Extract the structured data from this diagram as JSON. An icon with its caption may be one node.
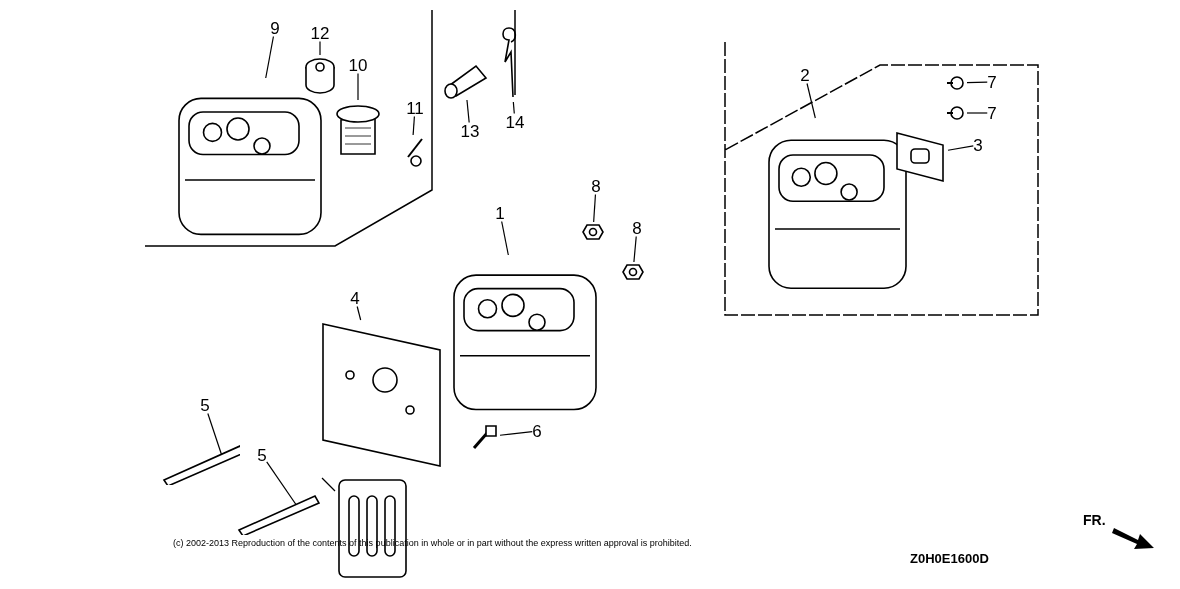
{
  "diagram": {
    "nodes": [
      {
        "text": [
          "9"
        ]
      },
      {
        "text": [
          "12"
        ]
      },
      {
        "text": [
          "10"
        ]
      },
      {
        "text": [
          "11"
        ]
      },
      {
        "text": [
          "13"
        ]
      },
      {
        "text": [
          "14"
        ]
      },
      {
        "text": [
          "2"
        ]
      },
      {
        "text": [
          "7"
        ]
      },
      {
        "text": [
          "7"
        ]
      },
      {
        "text": [
          "3"
        ]
      },
      {
        "text": [
          "8"
        ]
      },
      {
        "text": [
          "8"
        ]
      },
      {
        "text": [
          "1"
        ]
      },
      {
        "text": [
          "4"
        ]
      },
      {
        "text": [
          "5"
        ]
      },
      {
        "text": [
          "6"
        ]
      },
      {
        "text": [
          "5"
        ]
      },
      {
        "text": [],
        "shape": "picture"
      },
      {
        "text": [],
        "shape": "cylinder"
      },
      {
        "text": [],
        "shape": "picture"
      },
      {
        "text": [],
        "shape": "picture"
      },
      {
        "text": [],
        "shape": "picture"
      },
      {
        "text": [],
        "shape": "picture"
      },
      {
        "text": [],
        "shape": "picture"
      },
      {
        "text": [],
        "shape": "circle"
      },
      {
        "text": [],
        "shape": "circle"
      },
      {
        "text": [],
        "shape": "picture"
      },
      {
        "text": [],
        "shape": "picture"
      },
      {
        "text": [],
        "shape": "picture"
      },
      {
        "text": [],
        "shape": "picture"
      },
      {
        "text": [],
        "shape": "picture"
      },
      {
        "text": [],
        "shape": "bar"
      },
      {
        "text": [],
        "shape": "picture"
      },
      {
        "text": [],
        "shape": "bar"
      },
      {
        "text": [],
        "shape": "picture"
      }
    ],
    "edges": [
      {
        "from": 0,
        "to": 17,
        "arrow": "none"
      },
      {
        "from": 1,
        "to": 18,
        "arrow": "none"
      },
      {
        "from": 2,
        "to": 19,
        "arrow": "none"
      },
      {
        "from": 3,
        "to": 20,
        "arrow": "none"
      },
      {
        "from": 4,
        "to": 21,
        "arrow": "none"
      },
      {
        "from": 5,
        "to": 22,
        "arrow": "none"
      },
      {
        "from": 6,
        "to": 23,
        "arrow": "none"
      },
      {
        "from": 7,
        "to": 24,
        "arrow": "none"
      },
      {
        "from": 8,
        "to": 25,
        "arrow": "none"
      },
      {
        "from": 9,
        "to": 26,
        "arrow": "none"
      },
      {
        "from": 10,
        "to": 27,
        "arrow": "none"
      },
      {
        "from": 11,
        "to": 28,
        "arrow": "none"
      },
      {
        "from": 12,
        "to": 29,
        "arrow": "none"
      },
      {
        "from": 13,
        "to": 30,
        "arrow": "none"
      },
      {
        "from": 14,
        "to": 31,
        "arrow": "none"
      },
      {
        "from": 15,
        "to": 32,
        "arrow": "none"
      },
      {
        "from": 16,
        "to": 33,
        "arrow": "none"
      },
      {
        "from": null,
        "to": 34,
        "arrow": "none"
      }
    ],
    "labels": [
      "(c) 2002-2013 Reproduction of the contents of this publication in whole or in part without the express written approval is prohibited.",
      "Z0H0E1600D",
      "FR."
    ]
  }
}
